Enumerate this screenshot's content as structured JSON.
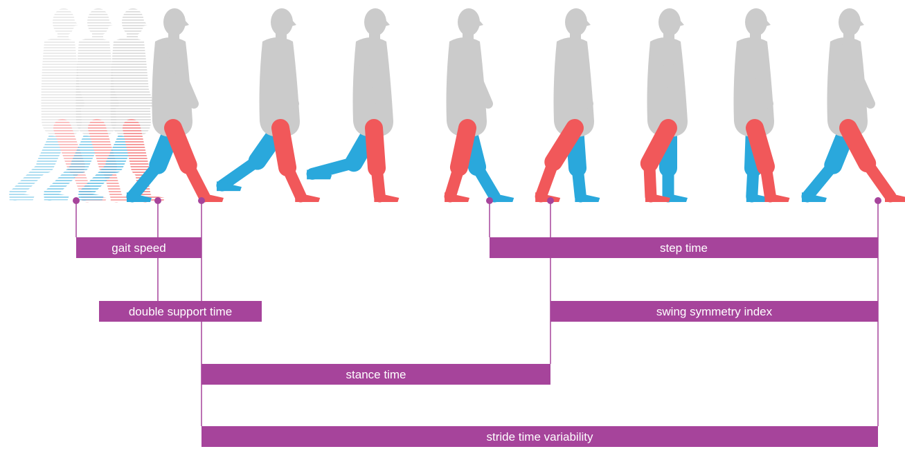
{
  "colors": {
    "body": "#cbcbcb",
    "left_leg": "#f1585a",
    "right_leg": "#2aa8dc",
    "bar": "#a6449b",
    "line": "#a6449b",
    "label": "#ffffff"
  },
  "figure": {
    "figure_count": 8,
    "ghost_trail": true
  },
  "gait_events": [
    "e1",
    "e2",
    "e3",
    "e4",
    "e5",
    "e6"
  ],
  "metrics": [
    {
      "id": "gait-speed",
      "label": "gait speed"
    },
    {
      "id": "double-support-time",
      "label": "double support time"
    },
    {
      "id": "stance-time",
      "label": "stance time"
    },
    {
      "id": "stride-time-variability",
      "label": "stride time variability"
    },
    {
      "id": "step-time",
      "label": "step time"
    },
    {
      "id": "swing-symmetry-index",
      "label": "swing symmetry index"
    }
  ]
}
